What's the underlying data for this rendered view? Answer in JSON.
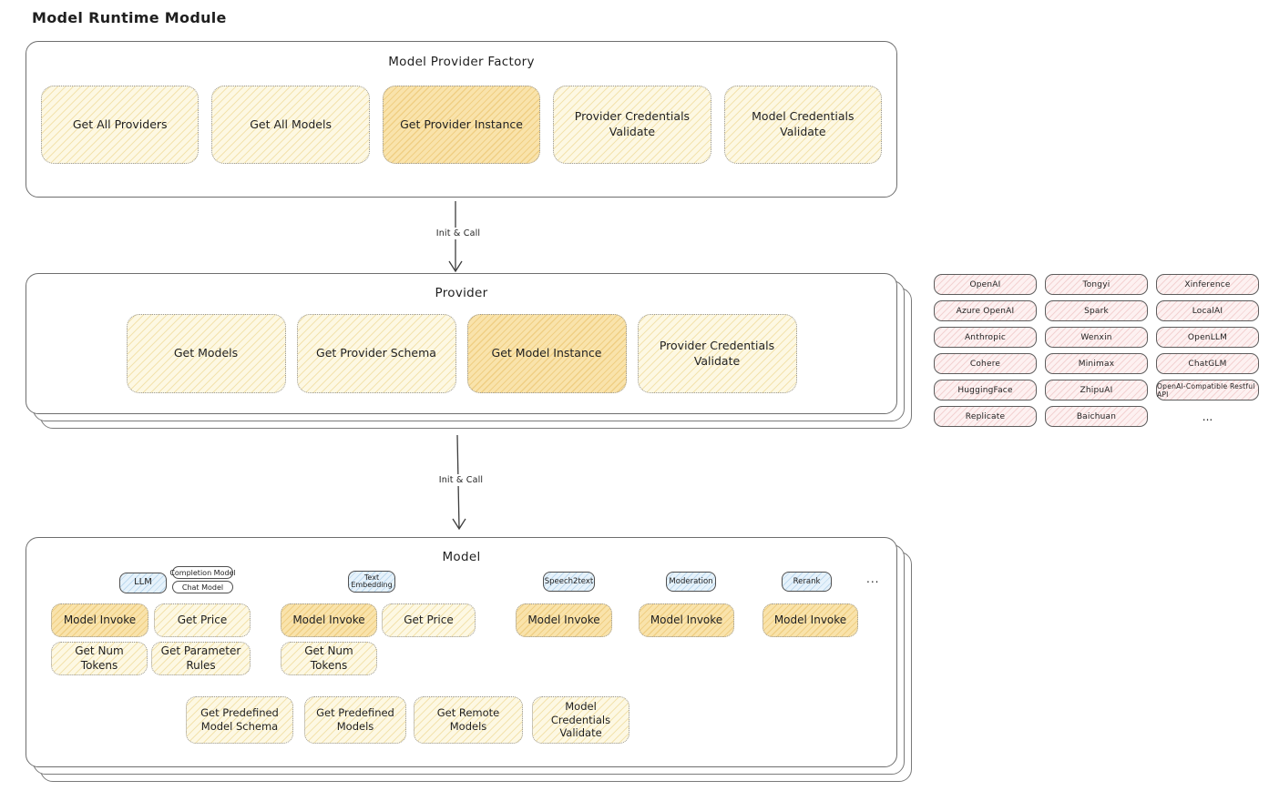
{
  "page": {
    "title": "Model Runtime Module"
  },
  "colors": {
    "box_border": "#6e6e6e",
    "yellow_fill": "#fdf8e3",
    "yellow_hatch": "#f3e3ae",
    "orange_fill": "#f9e3ab",
    "orange_hatch": "#f0cf84",
    "pink_fill": "#fdf1f1",
    "pink_hatch": "#f3d2d2",
    "blue_fill": "#e6f2fb",
    "blue_hatch": "#bdd9ee",
    "text": "#1f1f1f"
  },
  "factory": {
    "title": "Model Provider Factory",
    "buttons": [
      {
        "label": "Get All Providers",
        "highlighted": false
      },
      {
        "label": "Get All Models",
        "highlighted": false
      },
      {
        "label": "Get Provider Instance",
        "highlighted": true
      },
      {
        "label": "Provider Credentials Validate",
        "highlighted": false
      },
      {
        "label": "Model Credentials Validate",
        "highlighted": false
      }
    ]
  },
  "arrows": [
    {
      "label": "Init & Call"
    },
    {
      "label": "Init & Call"
    }
  ],
  "provider": {
    "title": "Provider",
    "buttons": [
      {
        "label": "Get Models",
        "highlighted": false
      },
      {
        "label": "Get Provider Schema",
        "highlighted": false
      },
      {
        "label": "Get Model Instance",
        "highlighted": true
      },
      {
        "label": "Provider Credentials Validate",
        "highlighted": false
      }
    ]
  },
  "provider_list": {
    "items": [
      "OpenAI",
      "Tongyi",
      "Xinference",
      "Azure OpenAI",
      "Spark",
      "LocalAI",
      "Anthropic",
      "Wenxin",
      "OpenLLM",
      "Cohere",
      "Minimax",
      "ChatGLM",
      "HuggingFace",
      "ZhipuAI",
      "OpenAI-Compatible Restful API",
      "Replicate",
      "Baichuan"
    ],
    "ellipsis": "..."
  },
  "model": {
    "title": "Model",
    "tabs": {
      "llm": "LLM",
      "completion": "Completion Model",
      "chat": "Chat Model",
      "text_embedding": "Text Embedding",
      "speech2text": "Speech2text",
      "moderation": "Moderation",
      "rerank": "Rerank",
      "more": "..."
    },
    "llm_group": {
      "buttons": [
        {
          "label": "Model Invoke",
          "highlighted": true
        },
        {
          "label": "Get Price",
          "highlighted": false
        },
        {
          "label": "Get Num Tokens",
          "highlighted": false
        },
        {
          "label": "Get Parameter Rules",
          "highlighted": false
        }
      ]
    },
    "embedding_group": {
      "buttons": [
        {
          "label": "Model Invoke",
          "highlighted": true
        },
        {
          "label": "Get Price",
          "highlighted": false
        },
        {
          "label": "Get Num Tokens",
          "highlighted": false
        }
      ]
    },
    "speech2text_group": {
      "buttons": [
        {
          "label": "Model Invoke",
          "highlighted": true
        }
      ]
    },
    "moderation_group": {
      "buttons": [
        {
          "label": "Model Invoke",
          "highlighted": true
        }
      ]
    },
    "rerank_group": {
      "buttons": [
        {
          "label": "Model Invoke",
          "highlighted": true
        }
      ]
    },
    "shared_buttons": [
      {
        "label": "Get Predefined Model Schema",
        "highlighted": false
      },
      {
        "label": "Get Predefined Models",
        "highlighted": false
      },
      {
        "label": "Get Remote Models",
        "highlighted": false
      },
      {
        "label": "Model Credentials Validate",
        "highlighted": false
      }
    ]
  }
}
